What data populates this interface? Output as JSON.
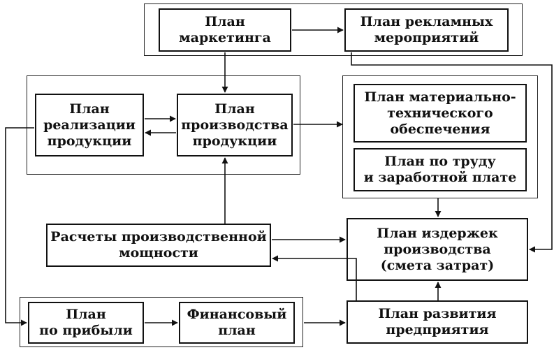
{
  "boxes": {
    "marketing": [
      "План",
      "маркетинга"
    ],
    "advertising": [
      "План рекламных",
      "мероприятий"
    ],
    "sales": [
      "План",
      "реализации",
      "продукции"
    ],
    "production": [
      "План",
      "производства",
      "продукции"
    ],
    "material": [
      "План материально-",
      "технического",
      "обеспечения"
    ],
    "labor": [
      "План по труду",
      "и заработной плате"
    ],
    "capacity": [
      "Расчеты производственной",
      "мощности"
    ],
    "costs": [
      "План издержек",
      "производства",
      "(смета затрат)"
    ],
    "profit": [
      "План",
      "по прибыли"
    ],
    "financial": [
      "Финансовый",
      "план"
    ],
    "development": [
      "План развития",
      "предприятия"
    ]
  }
}
